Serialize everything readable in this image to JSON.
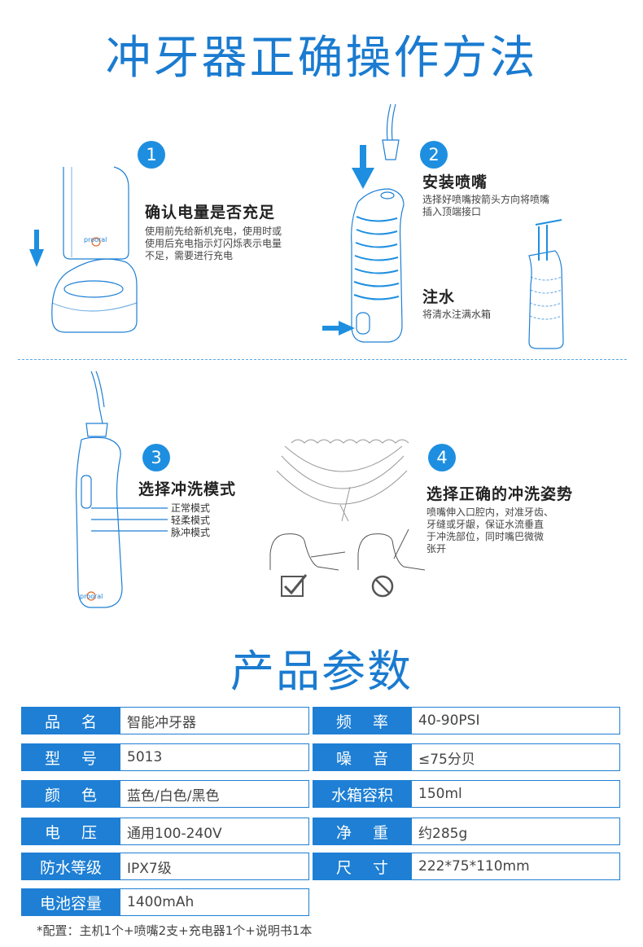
{
  "main_title": "冲牙器正确操作方法",
  "steps": [
    {
      "num": "1",
      "title": "确认电量是否充足",
      "desc": [
        "使用前先给新机充电，使用时或",
        "使用后充电指示灯闪烁表示电量",
        "不足，需要进行充电"
      ]
    },
    {
      "num": "2",
      "title": "安装喷嘴",
      "desc": [
        "选择好喷嘴按箭头方向将喷嘴",
        "插入顶端接口"
      ],
      "sub_title": "注水",
      "sub_desc": "将清水注满水箱"
    },
    {
      "num": "3",
      "title": "选择冲洗模式",
      "modes": [
        "正常模式",
        "轻柔模式",
        "脉冲模式"
      ]
    },
    {
      "num": "4",
      "title": "选择正确的冲洗姿势",
      "desc": [
        "喷嘴伸入口腔内，对准牙齿、",
        "牙缝或牙龈，保证水流垂直",
        "于冲洗部位，同时嘴巴微微",
        "张开"
      ]
    }
  ],
  "device_brand": "prooral",
  "section_title": "产品参数",
  "specs_left": [
    {
      "key": "品名",
      "value": "智能冲牙器"
    },
    {
      "key": "型号",
      "value": "5013"
    },
    {
      "key": "颜色",
      "value": "蓝色/白色/黑色"
    },
    {
      "key": "电压",
      "value": "通用100-240V"
    },
    {
      "key": "防水等级",
      "value": "IPX7级"
    },
    {
      "key": "电池容量",
      "value": "1400mAh"
    }
  ],
  "specs_right": [
    {
      "key": "频率",
      "value": "40-90PSI"
    },
    {
      "key": "噪音",
      "value": "≤75分贝"
    },
    {
      "key": "水箱容积",
      "value": "150ml"
    },
    {
      "key": "净重",
      "value": "约285g"
    },
    {
      "key": "尺寸",
      "value": "222*75*110mm"
    }
  ],
  "footnote": "*配置：主机1个+喷嘴2支+充电器1个+说明书1本",
  "colors": {
    "accent": "#1e7fd4",
    "title": "#1a7bd0"
  },
  "icons": [
    "arrow-down-icon",
    "arrow-right-icon",
    "check-icon",
    "prohibited-icon"
  ]
}
